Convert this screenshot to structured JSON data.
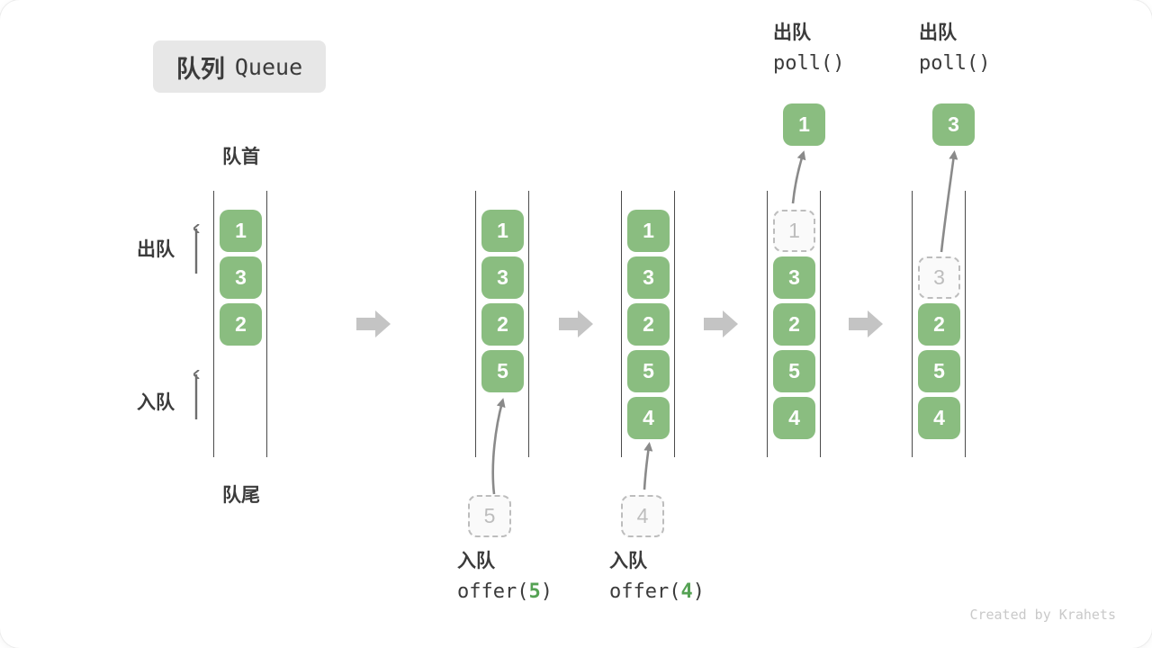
{
  "title": {
    "zh": "队列",
    "en": "Queue"
  },
  "labels": {
    "front": "队首",
    "rear": "队尾",
    "dequeue": "出队",
    "enqueue": "入队"
  },
  "watermark": "Created by Krahets",
  "colors": {
    "box_green": "#8abd80",
    "code_arg_green": "#55a254",
    "text_dark": "#3b3b3b",
    "channel_line": "#4b4b4b",
    "block_arrow": "#c4c4c4",
    "thin_arrow": "#8a8a8a",
    "dashed": "#bdbdbd"
  },
  "diagram": {
    "type": "queue-operations",
    "states": [
      {
        "name": "initial",
        "boxes": [
          {
            "slot": 0,
            "value": "1",
            "type": "filled"
          },
          {
            "slot": 1,
            "value": "3",
            "type": "filled"
          },
          {
            "slot": 2,
            "value": "2",
            "type": "filled"
          }
        ]
      },
      {
        "name": "after-offer-5",
        "boxes": [
          {
            "slot": 0,
            "value": "1",
            "type": "filled"
          },
          {
            "slot": 1,
            "value": "3",
            "type": "filled"
          },
          {
            "slot": 2,
            "value": "2",
            "type": "filled"
          },
          {
            "slot": 3,
            "value": "5",
            "type": "filled"
          }
        ],
        "pending": {
          "value": "5"
        },
        "caption": {
          "op": "入队",
          "code": [
            {
              "t": "offer(",
              "c": "dark"
            },
            {
              "t": "5",
              "c": "green"
            },
            {
              "t": ")",
              "c": "dark"
            }
          ]
        }
      },
      {
        "name": "after-offer-4",
        "boxes": [
          {
            "slot": 0,
            "value": "1",
            "type": "filled"
          },
          {
            "slot": 1,
            "value": "3",
            "type": "filled"
          },
          {
            "slot": 2,
            "value": "2",
            "type": "filled"
          },
          {
            "slot": 3,
            "value": "5",
            "type": "filled"
          },
          {
            "slot": 4,
            "value": "4",
            "type": "filled"
          }
        ],
        "pending": {
          "value": "4"
        },
        "caption": {
          "op": "入队",
          "code": [
            {
              "t": "offer(",
              "c": "dark"
            },
            {
              "t": "4",
              "c": "green"
            },
            {
              "t": ")",
              "c": "dark"
            }
          ]
        }
      },
      {
        "name": "after-poll-1",
        "boxes": [
          {
            "slot": 0,
            "value": "1",
            "type": "dashed"
          },
          {
            "slot": 1,
            "value": "3",
            "type": "filled"
          },
          {
            "slot": 2,
            "value": "2",
            "type": "filled"
          },
          {
            "slot": 3,
            "value": "5",
            "type": "filled"
          },
          {
            "slot": 4,
            "value": "4",
            "type": "filled"
          }
        ],
        "popped": {
          "value": "1"
        },
        "header": {
          "op": "出队",
          "code": [
            {
              "t": "poll()",
              "c": "dark"
            }
          ]
        }
      },
      {
        "name": "after-poll-3",
        "boxes": [
          {
            "slot": 1,
            "value": "3",
            "type": "dashed"
          },
          {
            "slot": 2,
            "value": "2",
            "type": "filled"
          },
          {
            "slot": 3,
            "value": "5",
            "type": "filled"
          },
          {
            "slot": 4,
            "value": "4",
            "type": "filled"
          }
        ],
        "popped": {
          "value": "3"
        },
        "header": {
          "op": "出队",
          "code": [
            {
              "t": "poll()",
              "c": "dark"
            }
          ]
        }
      }
    ]
  }
}
